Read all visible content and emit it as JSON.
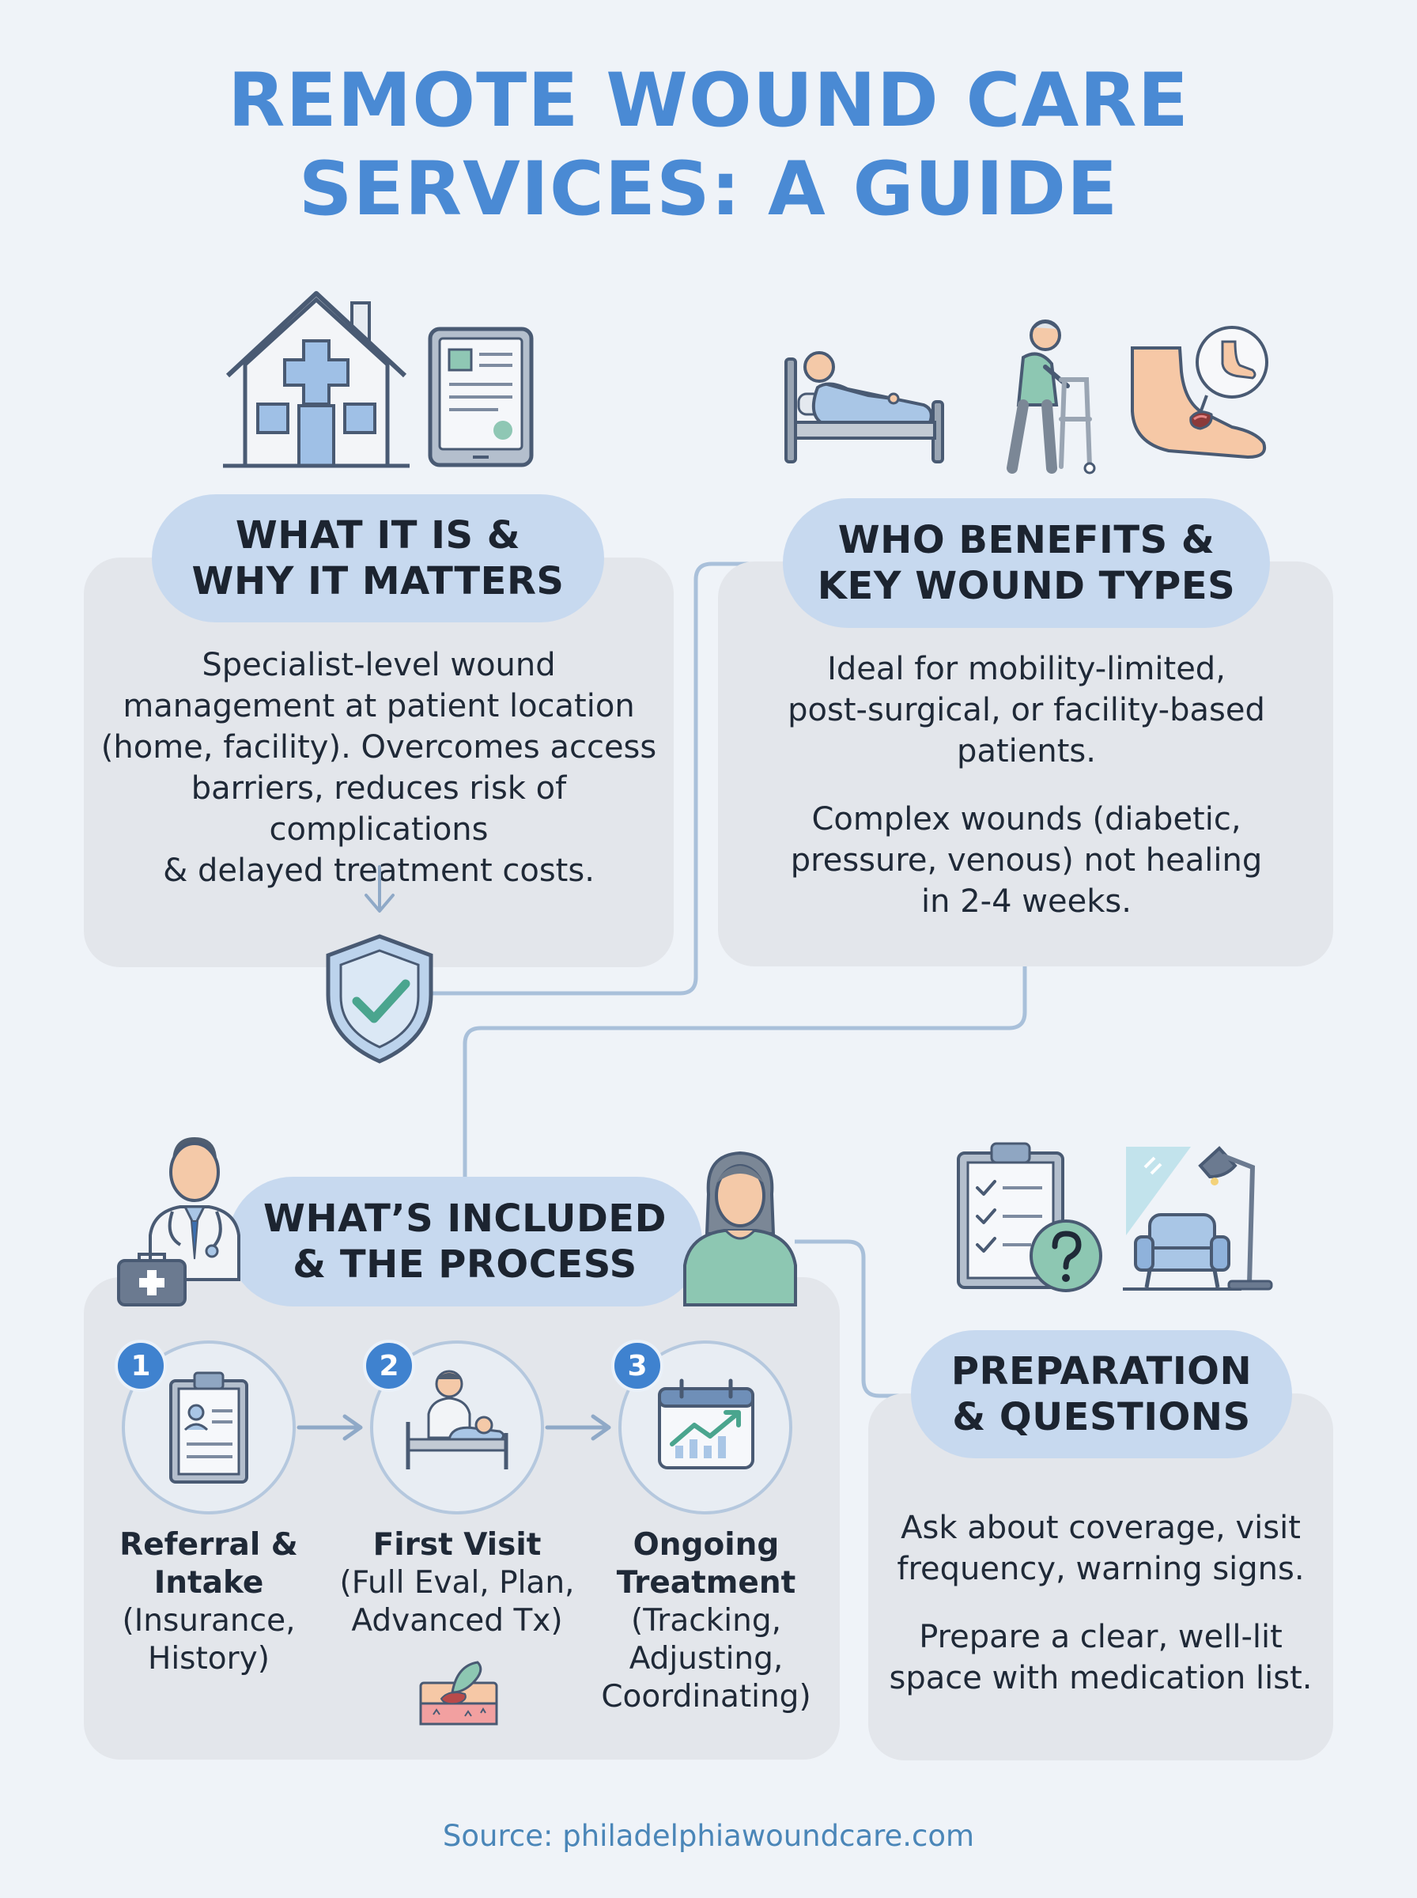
{
  "title": {
    "line1": "REMOTE WOUND CARE",
    "line2": "SERVICES: A GUIDE"
  },
  "what_it_is": {
    "heading_line1": "WHAT IT IS &",
    "heading_line2": "WHY IT MATTERS",
    "body_lines": [
      "Specialist-level wound",
      "management at patient location",
      "(home, facility). Overcomes access",
      "barriers, reduces risk of complications",
      "& delayed treatment costs."
    ]
  },
  "who_benefits": {
    "heading_line1": "WHO BENEFITS &",
    "heading_line2": "KEY WOUND TYPES",
    "para1_lines": [
      "Ideal for mobility-limited,",
      "post-surgical, or facility-based",
      "patients."
    ],
    "para2_lines": [
      "Complex wounds (diabetic,",
      "pressure, venous) not healing",
      "in 2-4 weeks."
    ]
  },
  "process": {
    "heading_line1": "WHAT’S INCLUDED",
    "heading_line2": "& THE PROCESS",
    "steps": [
      {
        "number": "1",
        "title_lines": [
          "Referral &",
          "Intake"
        ],
        "detail_lines": [
          "(Insurance,",
          "History)"
        ]
      },
      {
        "number": "2",
        "title_lines": [
          "First Visit"
        ],
        "detail_lines": [
          "(Full Eval, Plan,",
          "Advanced Tx)"
        ]
      },
      {
        "number": "3",
        "title_lines": [
          "Ongoing",
          "Treatment"
        ],
        "detail_lines": [
          "(Tracking,",
          "Adjusting,",
          "Coordinating)"
        ]
      }
    ]
  },
  "preparation": {
    "heading_line1": "PREPARATION",
    "heading_line2": "& QUESTIONS",
    "para1_lines": [
      "Ask about coverage, visit",
      "frequency, warning signs."
    ],
    "para2_lines": [
      "Prepare a clear, well-lit",
      "space with medication list."
    ]
  },
  "source": "Source: philadelphiawoundcare.com",
  "colors": {
    "title": "#4a8ad4",
    "pill": "#c7d9ef",
    "card": "#e3e6eb",
    "badge": "#3f82cf",
    "connector": "#a9c0da",
    "background": "#eff3f8"
  },
  "icons": [
    "house-medical-icon",
    "tablet-record-icon",
    "patient-bed-icon",
    "elderly-walker-icon",
    "foot-wound-icon",
    "shield-check-icon",
    "doctor-icon",
    "medical-kit-icon",
    "woman-patient-icon",
    "clipboard-check-icon",
    "question-icon",
    "window-icon",
    "armchair-icon",
    "lamp-icon",
    "intake-form-icon",
    "bedside-visit-icon",
    "progress-calendar-icon",
    "skin-wound-icon",
    "down-arrow-icon"
  ]
}
